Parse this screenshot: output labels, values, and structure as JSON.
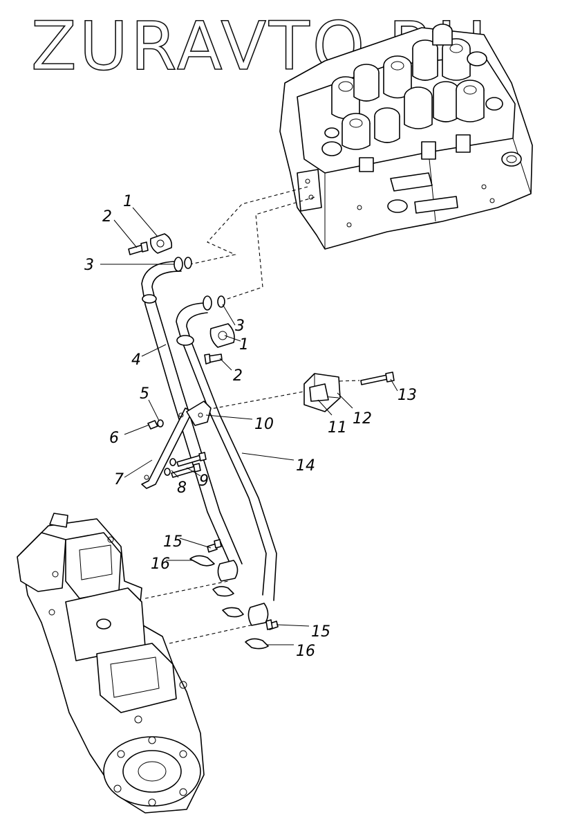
{
  "watermark": "ZURAVTO.RU",
  "callouts": [
    {
      "id": "c1a",
      "text": "1"
    },
    {
      "id": "c2a",
      "text": "2"
    },
    {
      "id": "c3a",
      "text": "3"
    },
    {
      "id": "c4",
      "text": "4"
    },
    {
      "id": "c3b",
      "text": "3"
    },
    {
      "id": "c1b",
      "text": "1"
    },
    {
      "id": "c2b",
      "text": "2"
    },
    {
      "id": "c5",
      "text": "5"
    },
    {
      "id": "c6",
      "text": "6"
    },
    {
      "id": "c7",
      "text": "7"
    },
    {
      "id": "c8",
      "text": "8"
    },
    {
      "id": "c9",
      "text": "9"
    },
    {
      "id": "c10",
      "text": "10"
    },
    {
      "id": "c11",
      "text": "11"
    },
    {
      "id": "c12",
      "text": "12"
    },
    {
      "id": "c13",
      "text": "13"
    },
    {
      "id": "c14",
      "text": "14"
    },
    {
      "id": "c15a",
      "text": "15"
    },
    {
      "id": "c16a",
      "text": "16"
    },
    {
      "id": "c15b",
      "text": "15"
    },
    {
      "id": "c16b",
      "text": "16"
    }
  ]
}
